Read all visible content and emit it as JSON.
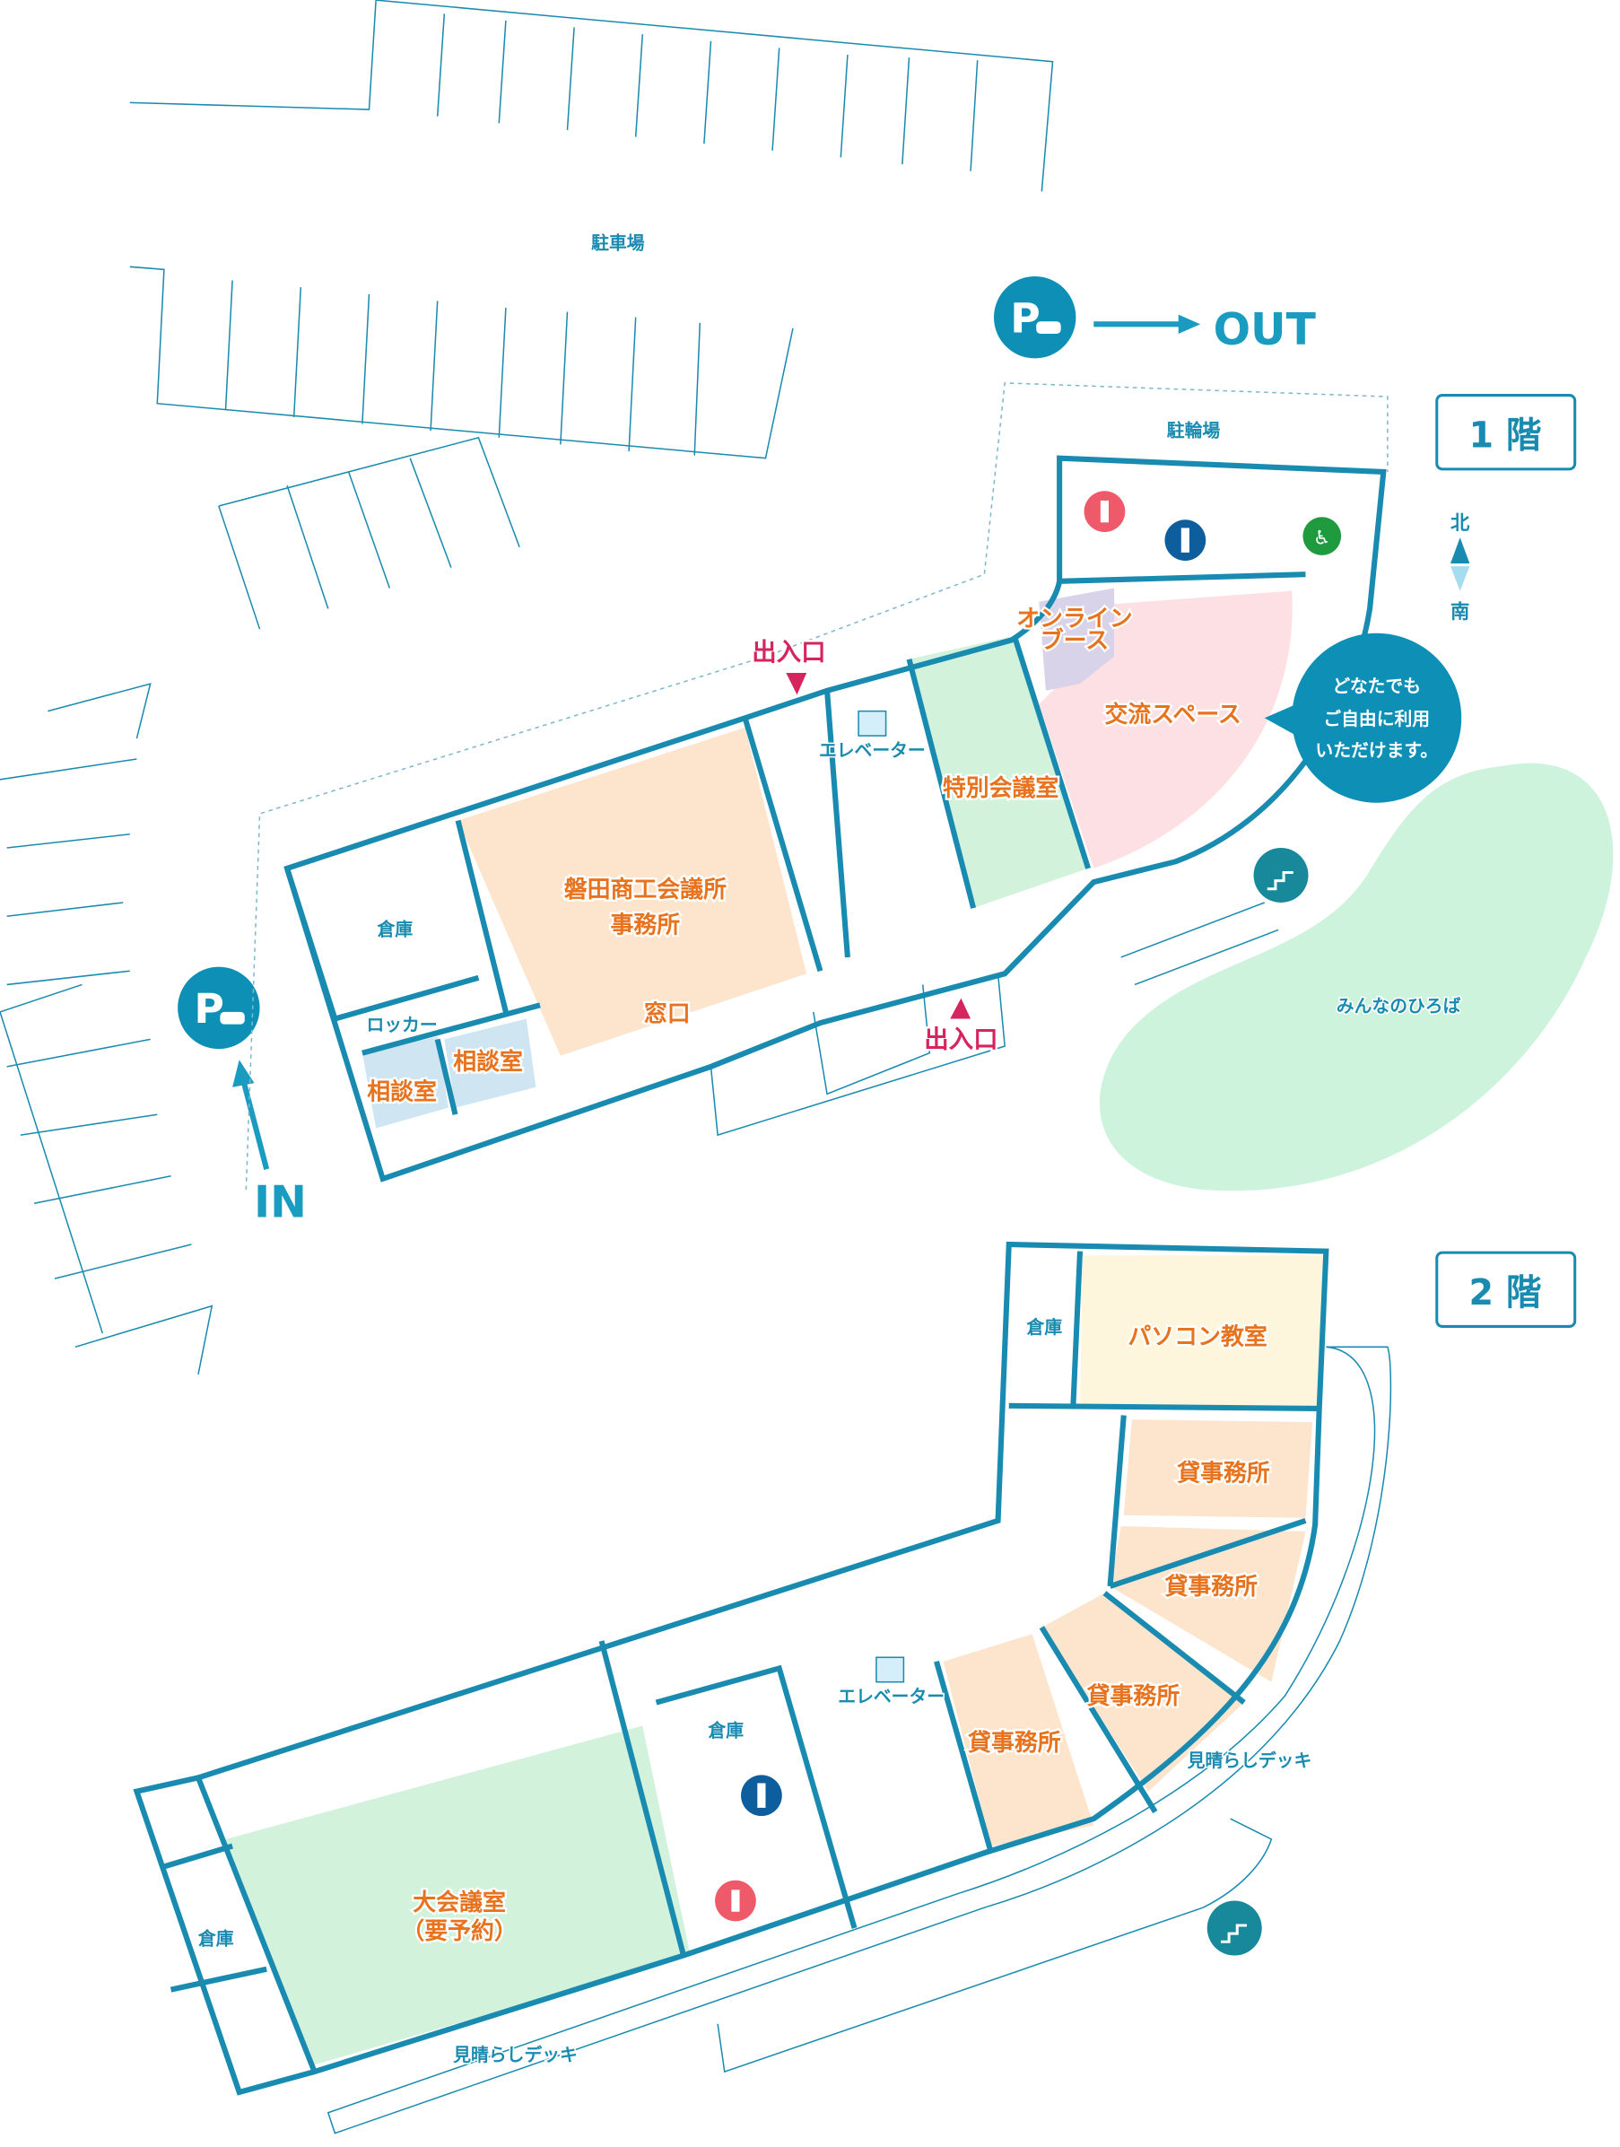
{
  "parking": {
    "label": "駐車場",
    "out_label": "OUT",
    "in_label": "IN",
    "p_label": "P"
  },
  "floor1": {
    "title": "1 階",
    "compass": {
      "north": "北",
      "south": "南"
    },
    "bicycle_parking": "駐輪場",
    "rooms": {
      "office_line1": "磐田商工会議所",
      "office_line2": "事務所",
      "counter": "窓口",
      "storage": "倉庫",
      "locker": "ロッカー",
      "consult1": "相談室",
      "consult2": "相談室",
      "special_meeting": "特別会議室",
      "exchange_space": "交流スペース",
      "online_booth_line1": "オンライン",
      "online_booth_line2": "ブース",
      "elevator": "エレベーター"
    },
    "entrances": [
      "出入口",
      "出入口"
    ],
    "bubble": [
      "どなたでも",
      "ご自由に利用",
      "いただけます。"
    ],
    "plaza": "みんなのひろば"
  },
  "floor2": {
    "title": "2 階",
    "rooms": {
      "storage_top": "倉庫",
      "pc_room": "パソコン教室",
      "rental1": "貸事務所",
      "rental2": "貸事務所",
      "rental3": "貸事務所",
      "rental4": "貸事務所",
      "elevator": "エレベーター",
      "storage_mid": "倉庫",
      "hall_line1": "大会議室",
      "hall_line2": "（要予約）",
      "storage_left": "倉庫",
      "deck_left": "見晴らしデッキ",
      "deck_right": "見晴らしデッキ"
    }
  },
  "colors": {
    "wall": "#1a8bb0",
    "office": "#fde4cc",
    "meeting": "#d3f2dc",
    "exchange": "#fde0e3",
    "booth": "#d9d3ea",
    "consult": "#cfe5f1",
    "pc_room": "#fdf5dc",
    "plaza": "#cdf3dd",
    "label": "#e8731e",
    "entrance": "#d6245f",
    "female": "#ef5a6a",
    "male": "#0e5e9e",
    "accessible": "#1f9a3e"
  }
}
